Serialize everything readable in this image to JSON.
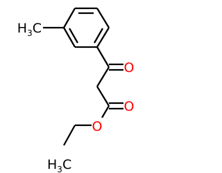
{
  "molecule": {
    "colors": {
      "bond": "#000000",
      "carbon_label": "#000000",
      "oxygen_label": "#ff0000"
    },
    "atoms": {
      "methyl": {
        "main": "H",
        "sub": "3",
        "end": "C"
      },
      "ketone_oxygen": "O",
      "ester_carbonyl_oxygen": "O",
      "ester_ether_oxygen": "O",
      "ethyl_methyl": {
        "main": "H",
        "sub": "3",
        "end": "C"
      }
    }
  }
}
